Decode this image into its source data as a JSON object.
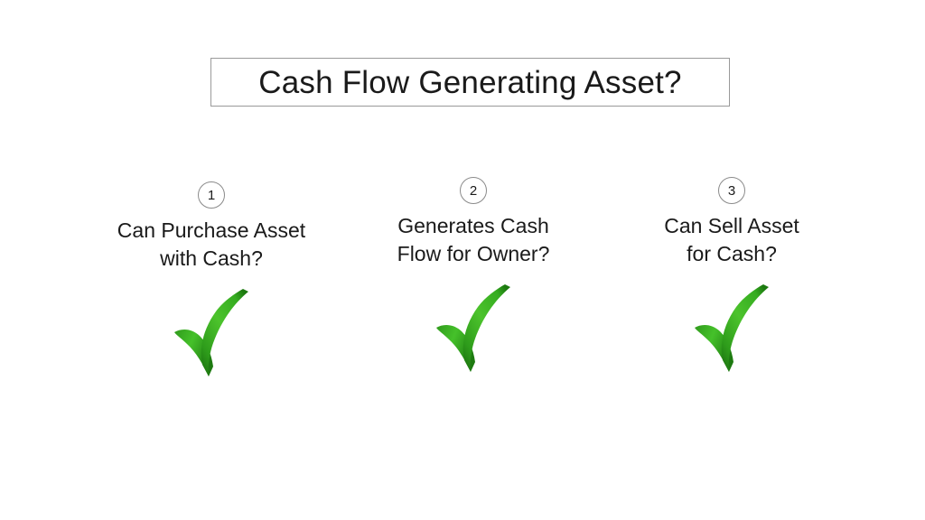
{
  "slide": {
    "background_color": "#ffffff",
    "title": "Cash Flow Generating Asset?",
    "title_border_color": "#9a9a9a",
    "text_color": "#1a1a1a"
  },
  "checkmark": {
    "icon": "green-checkmark-icon",
    "color_light": "#4cc32c",
    "color_mid": "#33a81d",
    "color_dark": "#1d7a10"
  },
  "steps": [
    {
      "number": "1",
      "label": "Can Purchase Asset with Cash?",
      "label_line_1": "Can Purchase Asset",
      "label_line_2": "with Cash?",
      "answer": "yes"
    },
    {
      "number": "2",
      "label": "Generates Cash Flow for Owner?",
      "label_line_1": "Generates Cash",
      "label_line_2": "Flow for Owner?",
      "answer": "yes"
    },
    {
      "number": "3",
      "label": "Can Sell Asset for Cash?",
      "label_line_1": "Can Sell Asset",
      "label_line_2": "for Cash?",
      "answer": "yes"
    }
  ]
}
